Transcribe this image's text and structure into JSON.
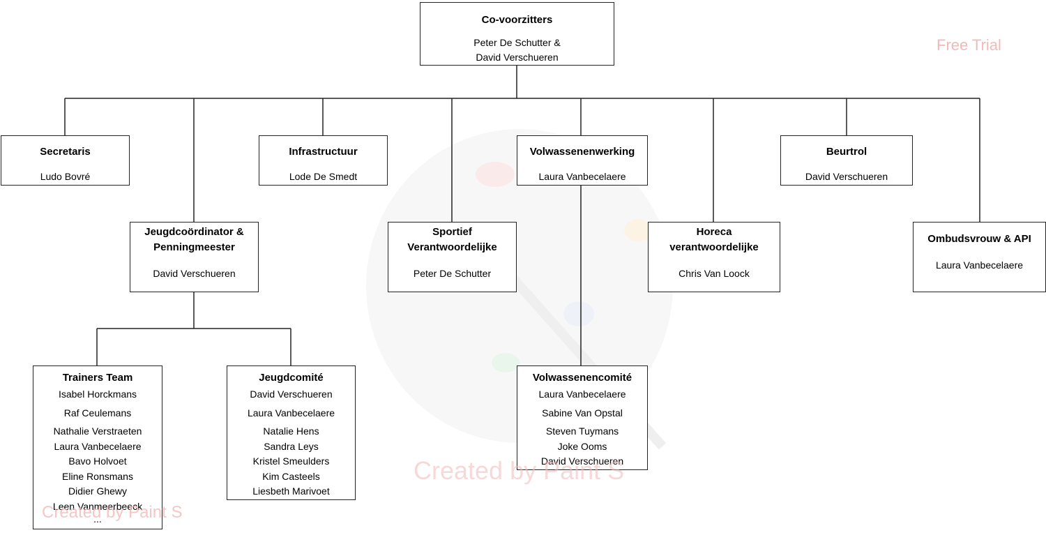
{
  "root": {
    "title": "Co-voorzitters",
    "names": [
      "Peter De Schutter &",
      "David Verschueren"
    ]
  },
  "secretaris": {
    "title": "Secretaris",
    "name": "Ludo Bovré"
  },
  "infrastructuur": {
    "title": "Infrastructuur",
    "name": "Lode De Smedt"
  },
  "volwassenenwerking": {
    "title": "Volwassenenwerking",
    "name": "Laura Vanbecelaere"
  },
  "beurtrol": {
    "title": "Beurtrol",
    "name": "David Verschueren"
  },
  "jeugdcoordinator": {
    "title_line1": "Jeugdcoördinator &",
    "title_line2": "Penningmeester",
    "name": "David Verschueren"
  },
  "sportief": {
    "title_line1": "Sportief",
    "title_line2": "Verantwoordelijke",
    "name": "Peter De Schutter"
  },
  "horeca": {
    "title_line1": "Horeca",
    "title_line2": "verantwoordelijke",
    "name": "Chris Van Loock"
  },
  "ombudsvrouw": {
    "title": "Ombudsvrouw & API",
    "name": "Laura Vanbecelaere"
  },
  "trainers": {
    "title": "Trainers Team",
    "members": [
      "Isabel Horckmans",
      "Raf Ceulemans",
      "Nathalie Verstraeten",
      "Laura Vanbecelaere",
      "Bavo Holvoet",
      "Eline Ronsmans",
      "Didier Ghewy",
      "Leen Vanmeerbeeck",
      "..."
    ]
  },
  "jeugdcomite": {
    "title": "Jeugdcomité",
    "members": [
      "David Verschueren",
      "Laura Vanbecelaere",
      "Natalie Hens",
      "Sandra Leys",
      "Kristel Smeulders",
      "Kim Casteels",
      "Liesbeth Marivoet"
    ]
  },
  "volwassenencomite": {
    "title": "Volwassenencomité",
    "members": [
      "Laura Vanbecelaere",
      "Sabine Van Opstal",
      "Steven Tuymans",
      "Joke Ooms",
      "David Verschueren"
    ]
  },
  "watermarks": {
    "free_trial": "Free Trial",
    "created_by": "Created by Paint S"
  },
  "colors": {
    "line": "#222222",
    "border": "#222222",
    "watermark": "#f2b9b9"
  }
}
